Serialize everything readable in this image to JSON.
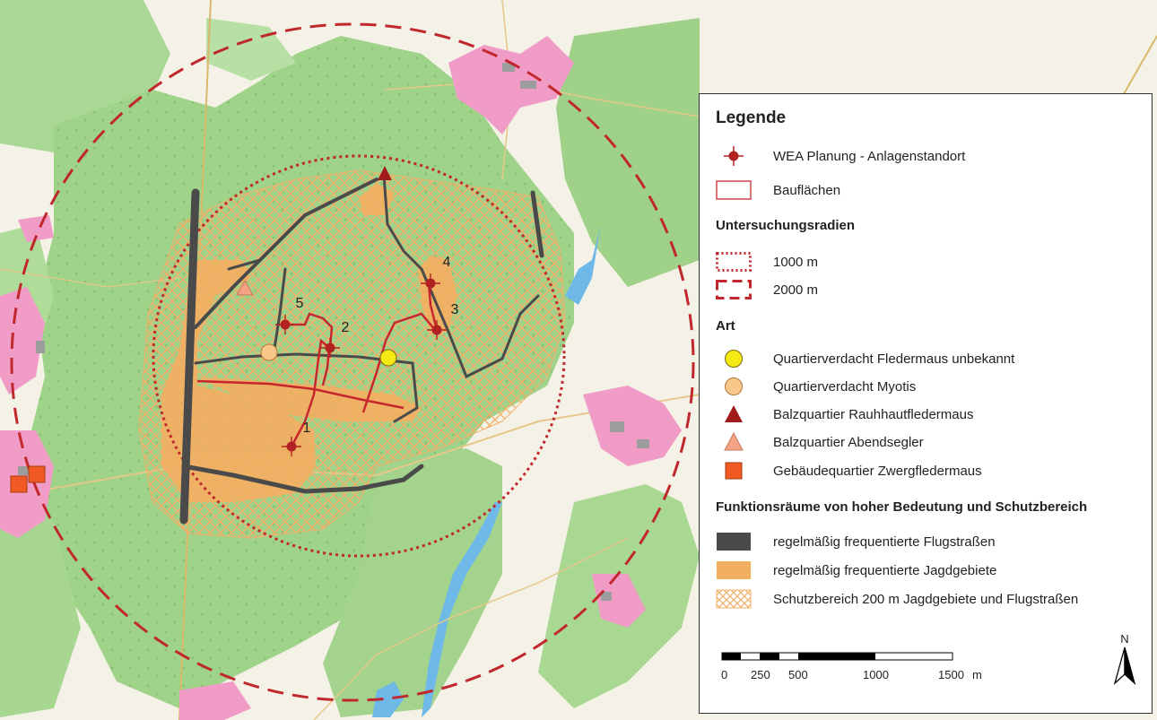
{
  "legend": {
    "title": "Legende",
    "items": [
      {
        "label": "WEA Planung - Anlagenstandort",
        "symbol": "turbine-icon"
      },
      {
        "label": "Bauflächen",
        "symbol": "red-outline-rect"
      }
    ],
    "sections": [
      {
        "title": "Untersuchungsradien",
        "items": [
          {
            "label": "1000 m",
            "symbol": "dotted-rect"
          },
          {
            "label": "2000 m",
            "symbol": "dashed-rect"
          }
        ]
      },
      {
        "title": "Art",
        "items": [
          {
            "label": "Quartierverdacht Fledermaus unbekannt",
            "symbol": "yellow-circle"
          },
          {
            "label": "Quartierverdacht Myotis",
            "symbol": "peach-circle"
          },
          {
            "label": "Balzquartier Rauhhautfledermaus",
            "symbol": "dark-red-triangle"
          },
          {
            "label": "Balzquartier Abendsegler",
            "symbol": "pink-triangle"
          },
          {
            "label": "Gebäudequartier Zwergfledermaus",
            "symbol": "orange-square"
          }
        ]
      },
      {
        "title": "Funktionsräume von hoher Bedeutung und Schutzbereich",
        "items": [
          {
            "label": "regelmäßig frequentierte Flugstraßen",
            "symbol": "dark-gray-rect"
          },
          {
            "label": "regelmäßig frequentierte Jagdgebiete",
            "symbol": "orange-rect"
          },
          {
            "label": "Schutzbereich 200 m Jagdgebiete und Flugstraßen",
            "symbol": "hatched-rect"
          }
        ]
      }
    ],
    "scale_bar": {
      "ticks": [
        "0",
        "250",
        "500",
        "1000",
        "1500"
      ],
      "unit": "m"
    },
    "north_label": "N"
  },
  "map": {
    "turbine_labels": [
      "1",
      "2",
      "3",
      "4",
      "5"
    ],
    "colors": {
      "turbine": "#b22222",
      "flight_path": "#4a4a4a",
      "hunting_area": "#f0b060",
      "radius_lines": "#c0282d",
      "myotis": "#f8c78a",
      "unknown": "#f5ea14",
      "rauhhaut": "#a11b1b",
      "abendsegler": "#f4a185",
      "zwerg": "#f15a22"
    }
  }
}
